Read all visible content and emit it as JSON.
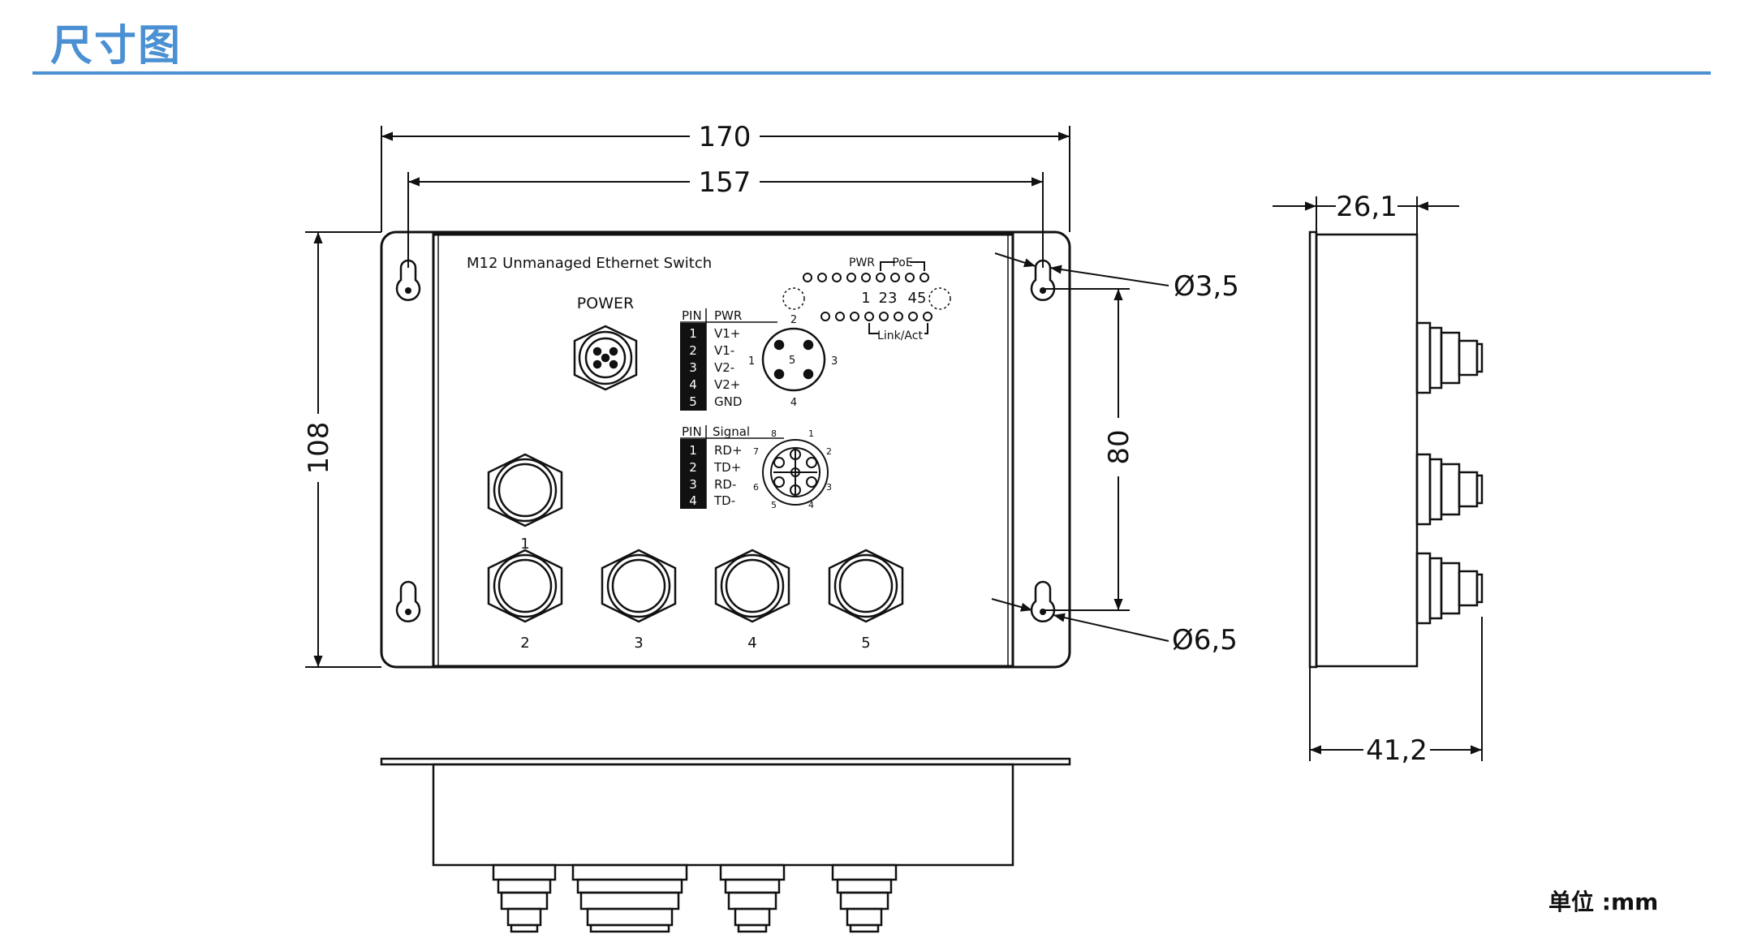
{
  "header": {
    "title": "尺寸图"
  },
  "footer": {
    "units": "单位 :mm"
  },
  "front_view": {
    "model_label": "M12 Unmanaged Ethernet Switch",
    "power_label": "POWER",
    "led_pwr": "PWR",
    "led_poe": "PoE",
    "led_ports": [
      "1",
      "23",
      "45"
    ],
    "led_linkact": "Link/Act",
    "port_numbers": [
      "1",
      "2",
      "3",
      "4",
      "5"
    ]
  },
  "pin_tables": {
    "power": {
      "header": [
        "PIN",
        "PWR"
      ],
      "rows": [
        [
          "1",
          "V1+"
        ],
        [
          "2",
          "V1-"
        ],
        [
          "3",
          "V2-"
        ],
        [
          "4",
          "V2+"
        ],
        [
          "5",
          "GND"
        ]
      ]
    },
    "signal": {
      "header": [
        "PIN",
        "Signal"
      ],
      "rows": [
        [
          "1",
          "RD+"
        ],
        [
          "2",
          "TD+"
        ],
        [
          "3",
          "RD-"
        ],
        [
          "4",
          "TD-"
        ]
      ]
    }
  },
  "power_connector_pins": [
    "1",
    "2",
    "3",
    "4",
    "5"
  ],
  "signal_connector_pins": [
    "1",
    "2",
    "3",
    "4",
    "5",
    "6",
    "7",
    "8"
  ],
  "dimensions": {
    "overall_width": "170",
    "hole_spacing_width": "157",
    "overall_height": "108",
    "hole_spacing_height": "80",
    "small_hole": "Ø3,5",
    "large_hole": "Ø6,5",
    "body_depth": "26,1",
    "total_depth": "41,2"
  }
}
